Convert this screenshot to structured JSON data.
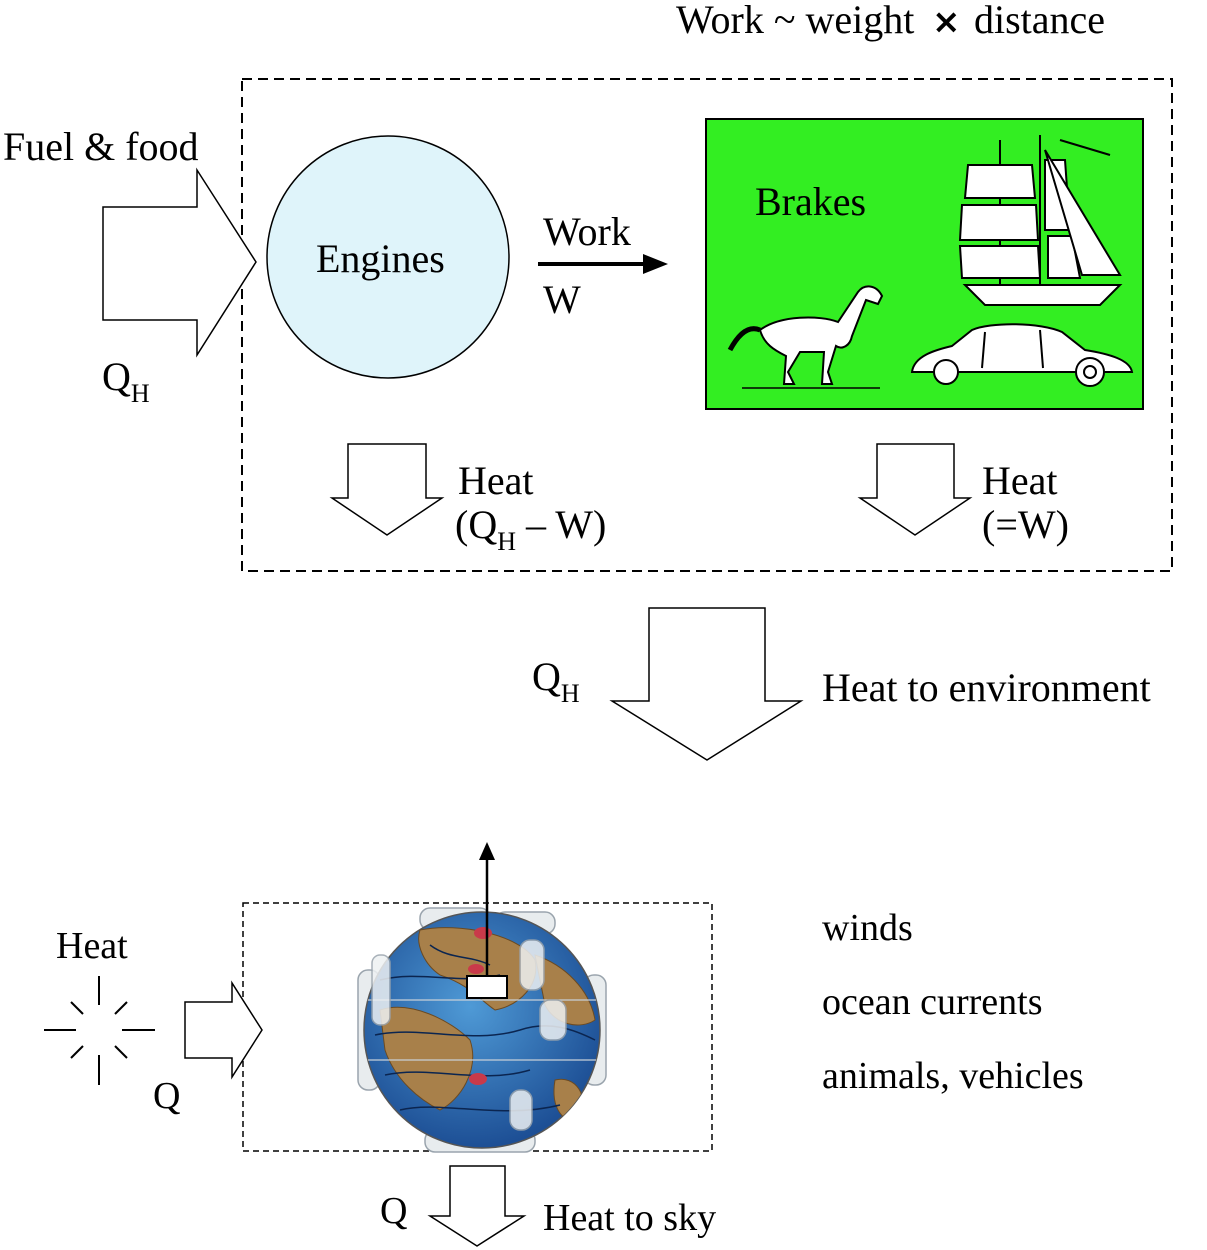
{
  "header": {
    "formula_left": "Work ~ weight",
    "formula_times": "×",
    "formula_right": "distance"
  },
  "input": {
    "label": "Fuel & food",
    "symbol": "Q",
    "subscript": "H"
  },
  "engines": {
    "label": "Engines",
    "fill_color": "#dff4fa"
  },
  "work_arrow": {
    "label": "Work",
    "symbol": "W"
  },
  "brakes": {
    "label": "Brakes",
    "fill_color": "#33ee22",
    "icons": [
      "sailing-ship-icon",
      "horse-icon",
      "car-icon"
    ]
  },
  "engine_heat": {
    "label": "Heat",
    "open": "(Q",
    "subscript": "H",
    "close": " – W)"
  },
  "brake_heat": {
    "label": "Heat",
    "value": "(=W)"
  },
  "environment": {
    "symbol": "Q",
    "subscript": "H",
    "label": "Heat to environment"
  },
  "earth": {
    "heat_label": "Heat",
    "q_label": "Q",
    "effects": [
      "winds",
      "ocean currents",
      "animals, vehicles"
    ]
  },
  "sky": {
    "symbol": "Q",
    "label": "Heat to sky"
  }
}
